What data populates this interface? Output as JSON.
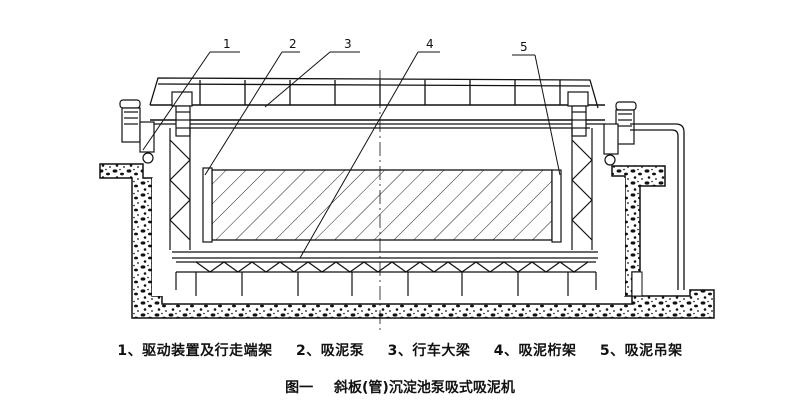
{
  "callout_numbers": [
    "1",
    "2",
    "3",
    "4",
    "5"
  ],
  "legend": [
    "1、驱动装置及行走端架",
    "2、吸泥泵",
    "3、行车大梁",
    "4、吸泥桁架",
    "5、吸泥吊架"
  ],
  "figure": {
    "number": "图一",
    "title": "斜板(管)沉淀池泵吸式吸泥机"
  }
}
